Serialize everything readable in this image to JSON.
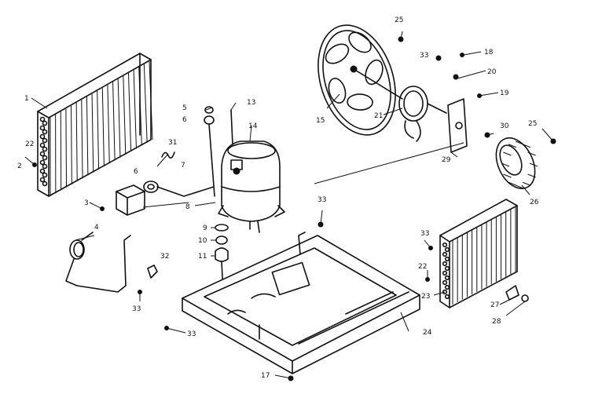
{
  "callouts": [
    {
      "id": "1",
      "label": "1"
    },
    {
      "id": "22a",
      "label": "22"
    },
    {
      "id": "2",
      "label": "2"
    },
    {
      "id": "3",
      "label": "3"
    },
    {
      "id": "4",
      "label": "4"
    },
    {
      "id": "5",
      "label": "5"
    },
    {
      "id": "6a",
      "label": "6"
    },
    {
      "id": "7",
      "label": "7"
    },
    {
      "id": "6b",
      "label": "6"
    },
    {
      "id": "8",
      "label": "8"
    },
    {
      "id": "31",
      "label": "31"
    },
    {
      "id": "13",
      "label": "13"
    },
    {
      "id": "14",
      "label": "14"
    },
    {
      "id": "9",
      "label": "9"
    },
    {
      "id": "10",
      "label": "10"
    },
    {
      "id": "11",
      "label": "11"
    },
    {
      "id": "32",
      "label": "32"
    },
    {
      "id": "33a",
      "label": "33"
    },
    {
      "id": "33b",
      "label": "33"
    },
    {
      "id": "33c",
      "label": "33"
    },
    {
      "id": "33d",
      "label": "33"
    },
    {
      "id": "33e",
      "label": "33"
    },
    {
      "id": "15",
      "label": "15"
    },
    {
      "id": "21",
      "label": "21"
    },
    {
      "id": "25a",
      "label": "25"
    },
    {
      "id": "18",
      "label": "18"
    },
    {
      "id": "20",
      "label": "20"
    },
    {
      "id": "19",
      "label": "19"
    },
    {
      "id": "29",
      "label": "29"
    },
    {
      "id": "30",
      "label": "30"
    },
    {
      "id": "25b",
      "label": "25"
    },
    {
      "id": "26",
      "label": "26"
    },
    {
      "id": "22b",
      "label": "22"
    },
    {
      "id": "23",
      "label": "23"
    },
    {
      "id": "27",
      "label": "27"
    },
    {
      "id": "28",
      "label": "28"
    },
    {
      "id": "24",
      "label": "24"
    },
    {
      "id": "17",
      "label": "17"
    }
  ]
}
